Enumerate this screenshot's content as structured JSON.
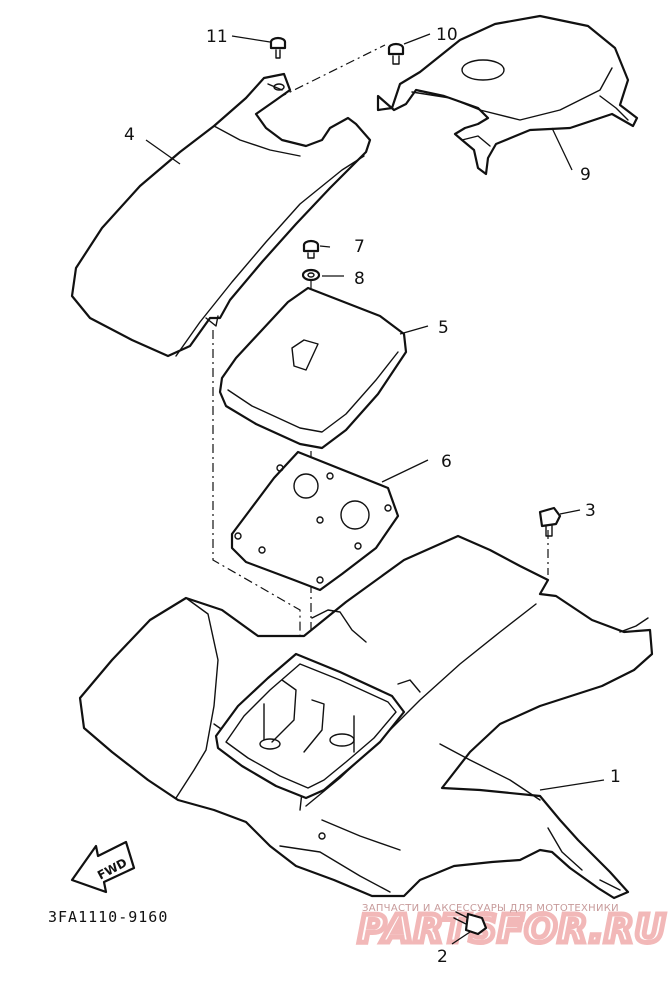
{
  "diagram": {
    "code": "3FA1110-9160",
    "direction_label": "FWD",
    "callouts": [
      "1",
      "2",
      "3",
      "4",
      "5",
      "6",
      "7",
      "8",
      "9",
      "10",
      "11"
    ]
  },
  "watermark": {
    "tagline": "ЗАПЧАСТИ И АКСЕССУАРЫ ДЛЯ МОТОТЕХНИКИ",
    "logo": "PARTSFOR.RU"
  },
  "colors": {
    "line": "#111111",
    "watermark": "#f2b8b8",
    "background": "#ffffff"
  }
}
